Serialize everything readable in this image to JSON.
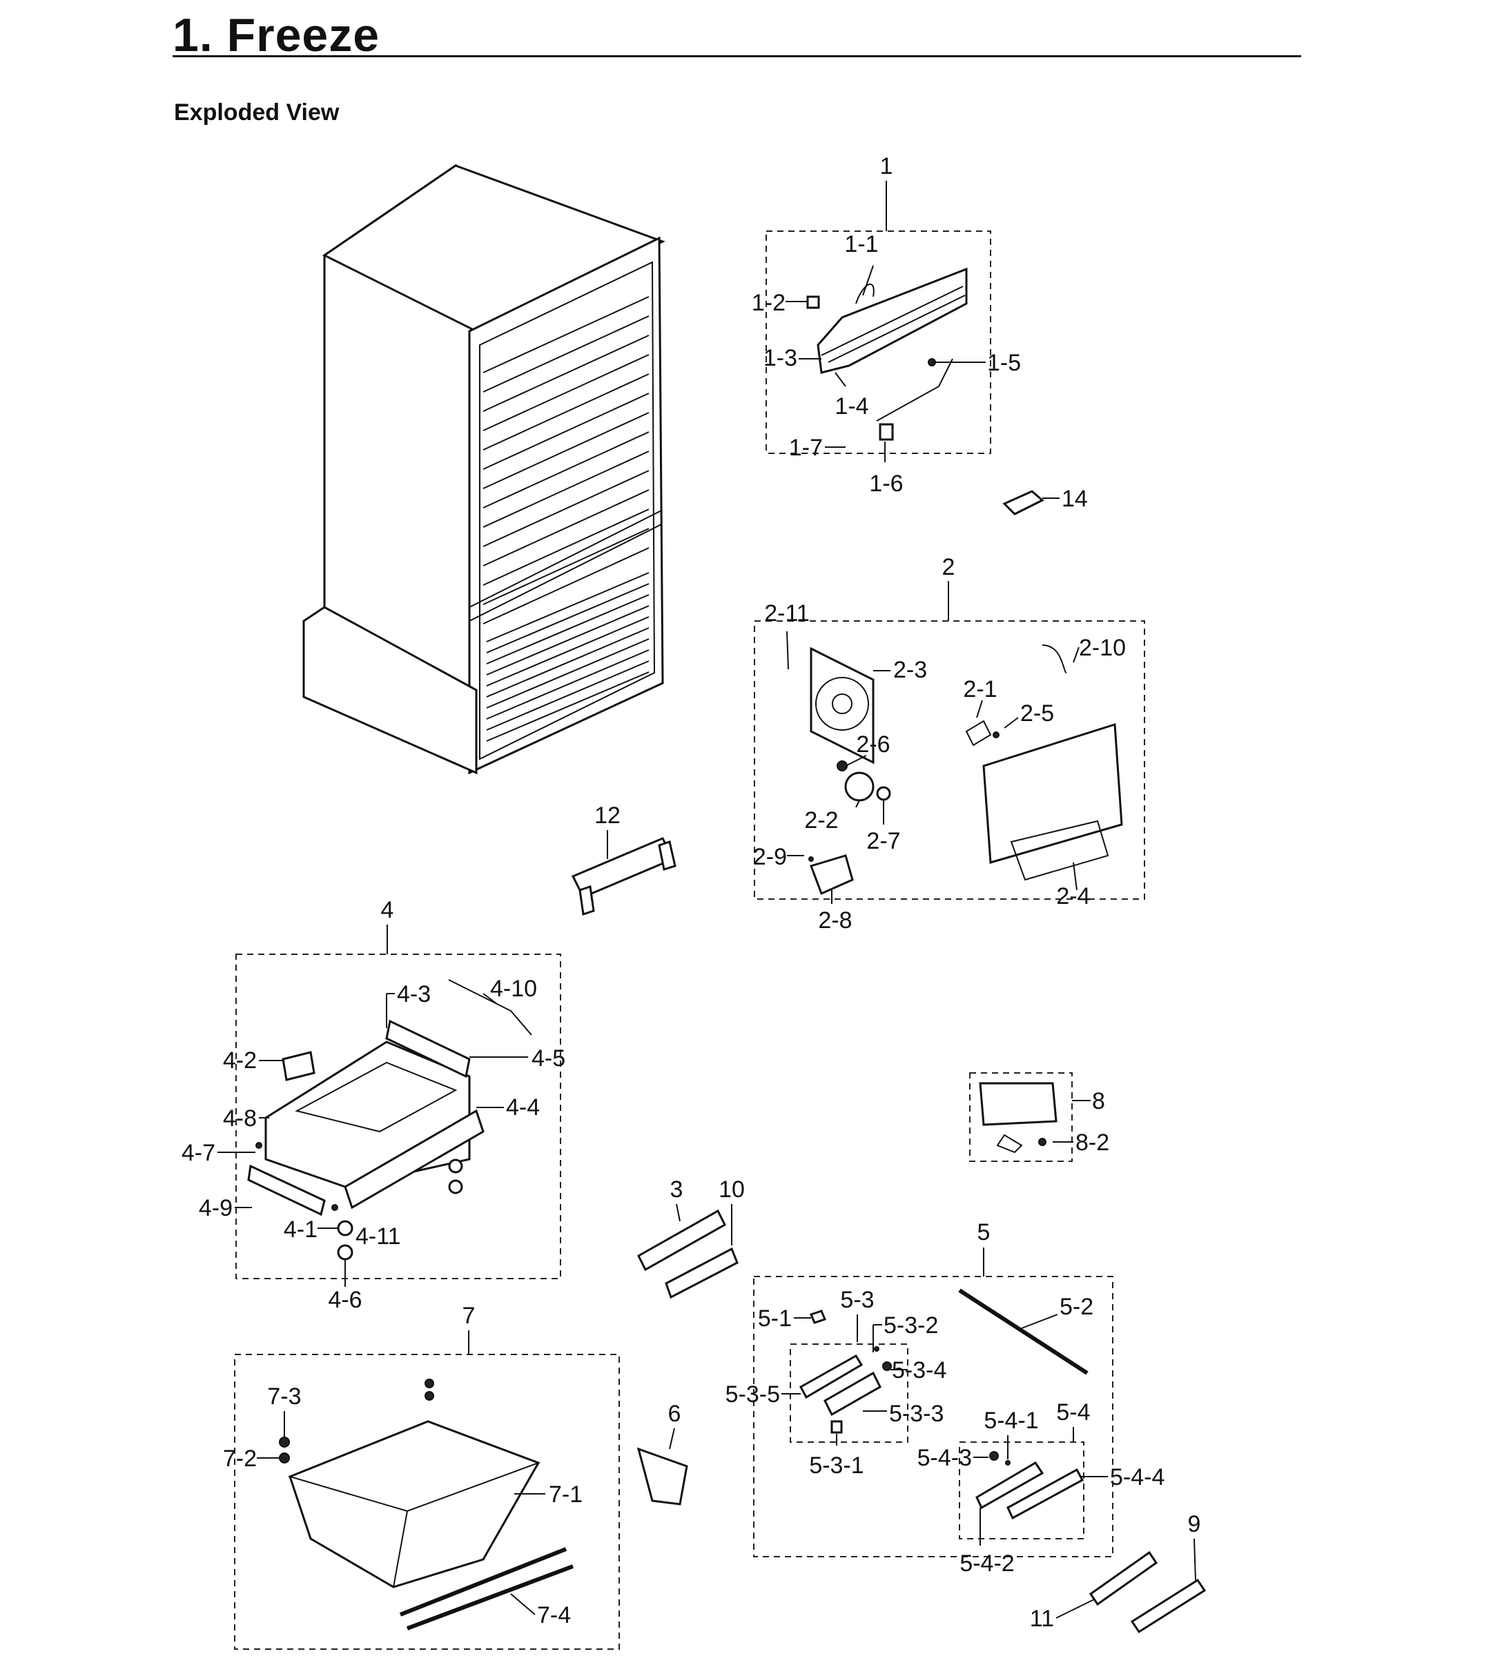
{
  "page": {
    "title": "1.  Freeze",
    "subtitle": "Exploded View"
  },
  "callouts": [
    "1",
    "1-1",
    "1-2",
    "1-3",
    "1-4",
    "1-5",
    "1-6",
    "1-7",
    "14",
    "2",
    "2-1",
    "2-2",
    "2-3",
    "2-4",
    "2-5",
    "2-6",
    "2-7",
    "2-8",
    "2-9",
    "2-10",
    "2-11",
    "12",
    "4",
    "4-1",
    "4-2",
    "4-3",
    "4-4",
    "4-5",
    "4-6",
    "4-7",
    "4-8",
    "4-9",
    "4-10",
    "4-11",
    "8",
    "8-2",
    "3",
    "10",
    "5",
    "5-1",
    "5-2",
    "5-3",
    "5-3-1",
    "5-3-2",
    "5-3-3",
    "5-3-4",
    "5-3-5",
    "5-4",
    "5-4-1",
    "5-4-2",
    "5-4-3",
    "5-4-4",
    "7",
    "7-1",
    "7-2",
    "7-3",
    "7-4",
    "6",
    "9",
    "11"
  ]
}
